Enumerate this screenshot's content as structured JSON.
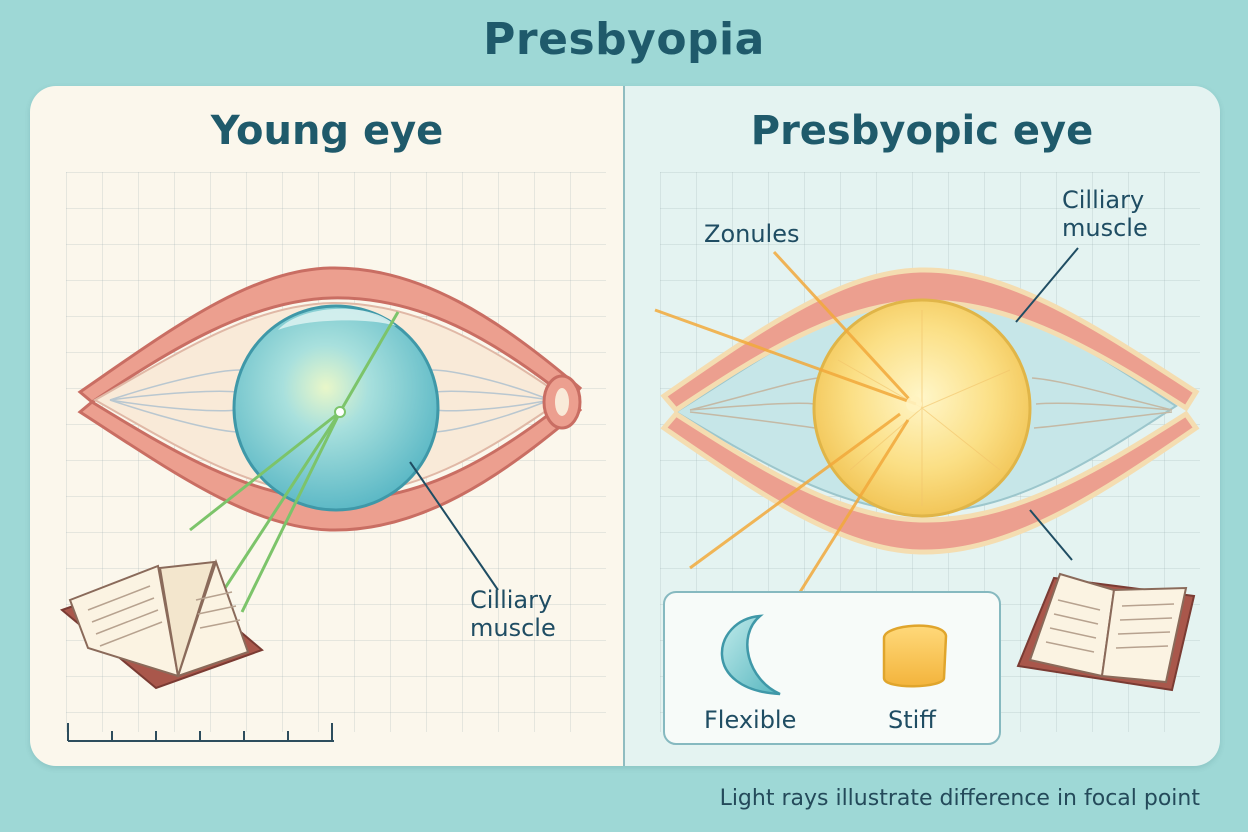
{
  "title": "Presbyopia",
  "left_panel": {
    "heading": "Young eye",
    "ciliary_label_line1": "Cilliary",
    "ciliary_label_line2": "muscle"
  },
  "right_panel": {
    "heading": "Presbyopic eye",
    "zonules_label": "Zonules",
    "ciliary_label_line1": "Cilliary",
    "ciliary_label_line2": "muscle",
    "legend": {
      "flexible_label": "Flexible",
      "stiff_label": "Stiff"
    }
  },
  "caption": "Light rays illustrate difference in focal point",
  "colors": {
    "background": "#9ed8d6",
    "title": "#1f5a6b",
    "muscle": "#e89a8a",
    "young_lens": "#7fd0d6",
    "old_lens": "#f6d36a",
    "green_ray": "#7cc46a",
    "orange_ray": "#f2a93b"
  },
  "icons": [
    "book-icon",
    "crescent-icon",
    "stiff-block-icon",
    "ruler-icon"
  ]
}
